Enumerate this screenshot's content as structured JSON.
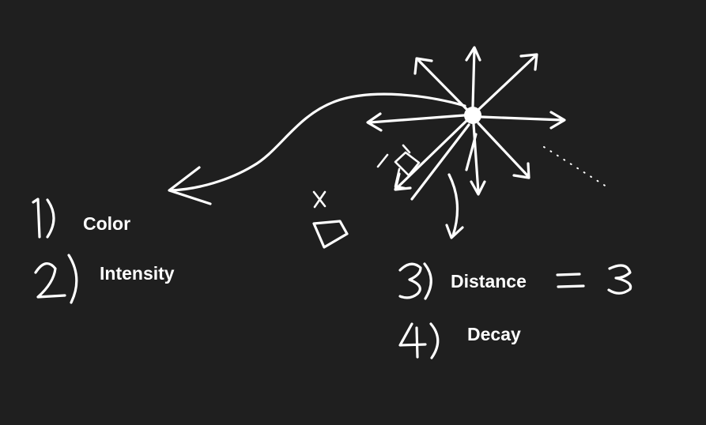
{
  "labels": {
    "color": "Color",
    "intensity": "Intensity",
    "distance": "Distance",
    "decay": "Decay"
  },
  "colors": {
    "background": "#1f1f1f",
    "ink": "#ffffff"
  }
}
